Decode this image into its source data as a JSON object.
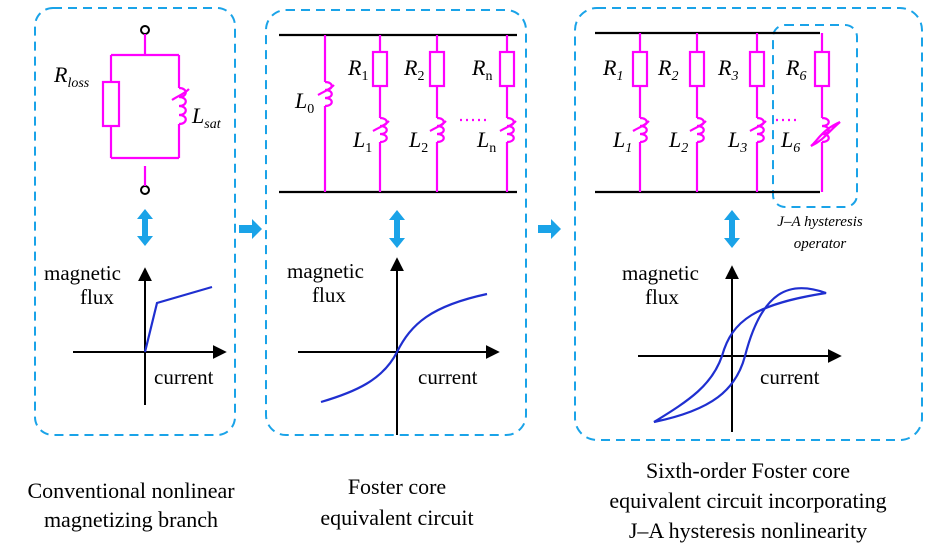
{
  "panels": {
    "conventional": {
      "r_main": "R",
      "r_sub": "loss",
      "l_main": "L",
      "l_sub": "sat",
      "y_axis": [
        "magnetic",
        "flux"
      ],
      "x_axis": "current",
      "caption": [
        "Conventional nonlinear",
        "magnetizing branch"
      ]
    },
    "foster": {
      "l0_main": "L",
      "l0_sub": "0",
      "r1_main": "R",
      "r1_sub": "1",
      "r2_main": "R",
      "r2_sub": "2",
      "rn_main": "R",
      "rn_sub": "n",
      "l1_main": "L",
      "l1_sub": "1",
      "l2_main": "L",
      "l2_sub": "2",
      "ln_main": "L",
      "ln_sub": "n",
      "y_axis": [
        "magnetic",
        "flux"
      ],
      "x_axis": "current",
      "caption": [
        "Foster core",
        "equivalent circuit"
      ]
    },
    "sixth_order": {
      "r1_main": "R",
      "r1_sub": "1",
      "r2_main": "R",
      "r2_sub": "2",
      "r3_main": "R",
      "r3_sub": "3",
      "r6_main": "R",
      "r6_sub": "6",
      "l1_main": "L",
      "l1_sub": "1",
      "l2_main": "L",
      "l2_sub": "2",
      "l3_main": "L",
      "l3_sub": "3",
      "l6_main": "L",
      "l6_sub": "6",
      "operator_label": [
        "J–A hysteresis",
        "operator"
      ],
      "y_axis": [
        "magnetic",
        "flux"
      ],
      "x_axis": "current",
      "caption": [
        "Sixth-order Foster core",
        "equivalent circuit incorporating",
        "J–A hysteresis nonlinearity"
      ]
    }
  },
  "colors": {
    "circuit": "#ff00ff",
    "dashed_frame": "#1aa3e8",
    "arrows": "#1aa3e8",
    "curve": "#1f2fd0"
  }
}
